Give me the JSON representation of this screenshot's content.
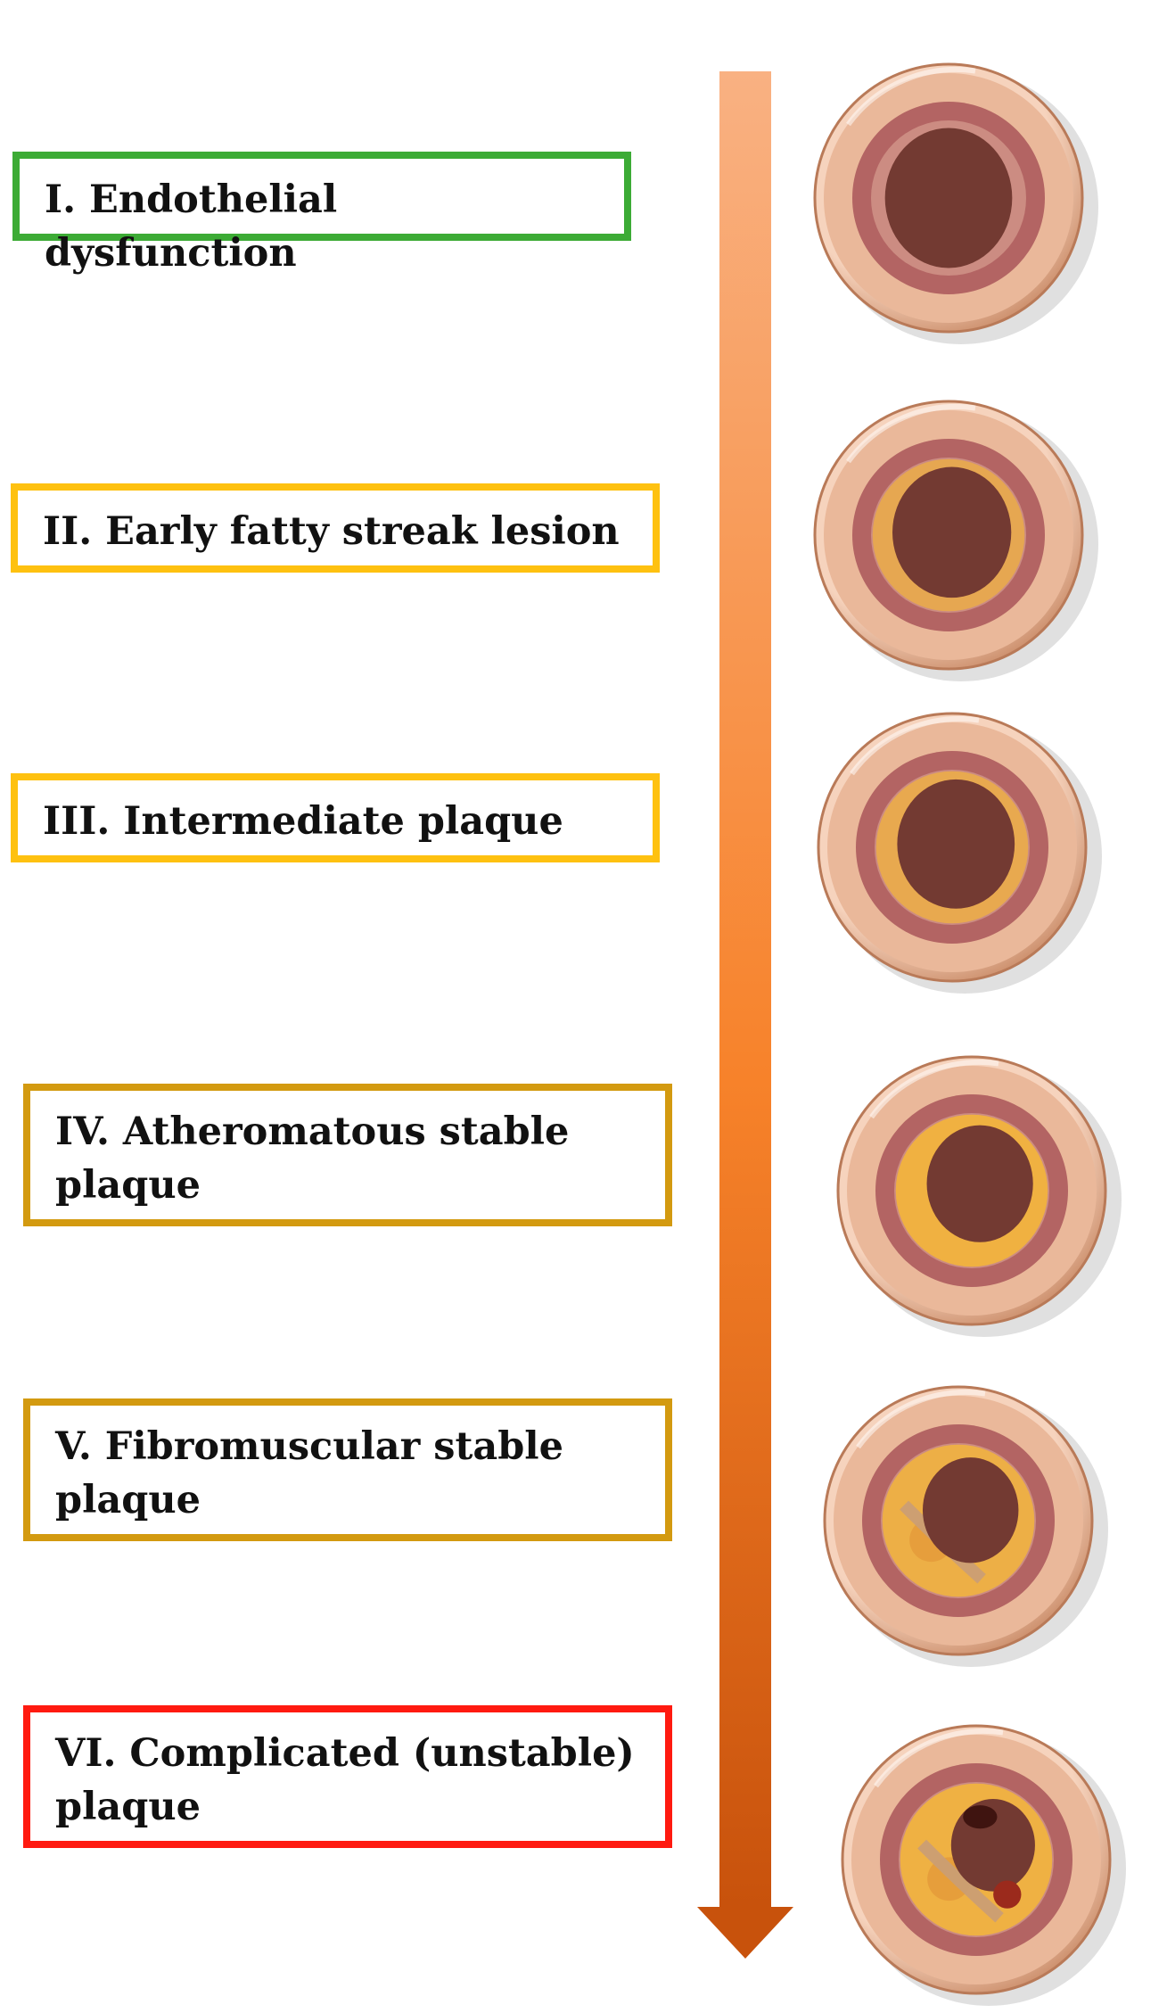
{
  "stages": [
    {
      "label": "I. Endothelial dysfunction",
      "border_color": "#3cab35",
      "plaque": 0.0,
      "fat": 0.0,
      "core": 0.0,
      "necrotic": 0.0
    },
    {
      "label": "II. Early fatty streak lesion",
      "border_color": "#fec110",
      "plaque": 0.12,
      "fat": 0.3,
      "core": 0.0,
      "necrotic": 0.0
    },
    {
      "label": "III. Intermediate plaque",
      "border_color": "#fec110",
      "plaque": 0.14,
      "fat": 0.4,
      "core": 0.0,
      "necrotic": 0.0
    },
    {
      "label": "IV. Atheromatous stable plaque",
      "border_color": "#d39a10",
      "plaque": 0.3,
      "fat": 0.85,
      "core": 0.0,
      "necrotic": 0.0
    },
    {
      "label": "V. Fibromuscular stable plaque",
      "border_color": "#d39a10",
      "plaque": 0.45,
      "fat": 0.7,
      "core": 0.6,
      "necrotic": 0.0
    },
    {
      "label": "VI. Complicated (unstable) plaque",
      "border_color": "#ff1a10",
      "plaque": 0.62,
      "fat": 0.8,
      "core": 0.6,
      "necrotic": 1.0
    }
  ],
  "colors": {
    "arrow_top": "#f9b182",
    "arrow_mid": "#f7822a",
    "arrow_bottom": "#c8520c",
    "adventitia": "#eab89a",
    "media": "#b36463",
    "intima": "#cc8c82",
    "lumen": "#733a32",
    "fat": "#f2b43c",
    "fibrous": "#c99d77",
    "necrotic": "#3f1410"
  }
}
